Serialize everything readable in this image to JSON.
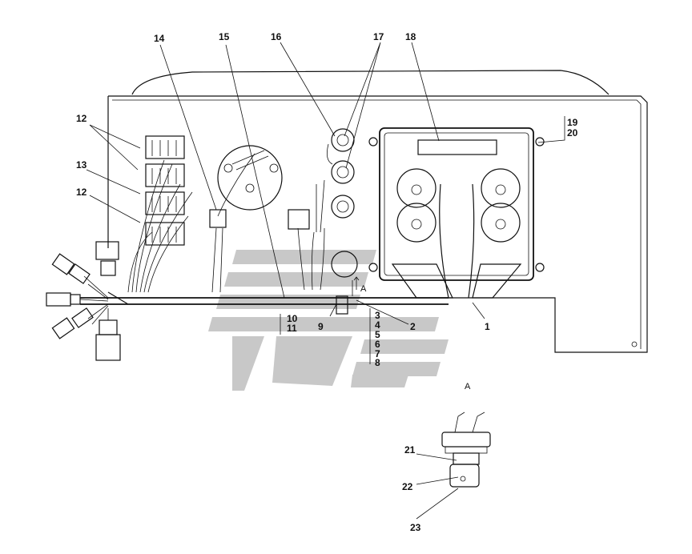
{
  "diagram": {
    "title": "Instrument panel wiring harness",
    "callouts": [
      {
        "id": "c1",
        "label": "1"
      },
      {
        "id": "c2",
        "label": "2"
      },
      {
        "id": "c9",
        "label": "9"
      },
      {
        "id": "c10",
        "label": "10"
      },
      {
        "id": "c11",
        "label": "11"
      },
      {
        "id": "c3",
        "label": "3"
      },
      {
        "id": "c4",
        "label": "4"
      },
      {
        "id": "c5",
        "label": "5"
      },
      {
        "id": "c6",
        "label": "6"
      },
      {
        "id": "c7",
        "label": "7"
      },
      {
        "id": "c8",
        "label": "8"
      },
      {
        "id": "c12a",
        "label": "12"
      },
      {
        "id": "c12b",
        "label": "12"
      },
      {
        "id": "c13",
        "label": "13"
      },
      {
        "id": "c14",
        "label": "14"
      },
      {
        "id": "c15",
        "label": "15"
      },
      {
        "id": "c16",
        "label": "16"
      },
      {
        "id": "c17",
        "label": "17"
      },
      {
        "id": "c18",
        "label": "18"
      },
      {
        "id": "c19",
        "label": "19"
      },
      {
        "id": "c20",
        "label": "20"
      },
      {
        "id": "c21",
        "label": "21"
      },
      {
        "id": "c22",
        "label": "22"
      },
      {
        "id": "c23",
        "label": "23"
      }
    ],
    "view_label": "A",
    "view_arrow_label": "A",
    "colors": {
      "line": "#111111",
      "watermark": "#c8c8c8"
    }
  }
}
